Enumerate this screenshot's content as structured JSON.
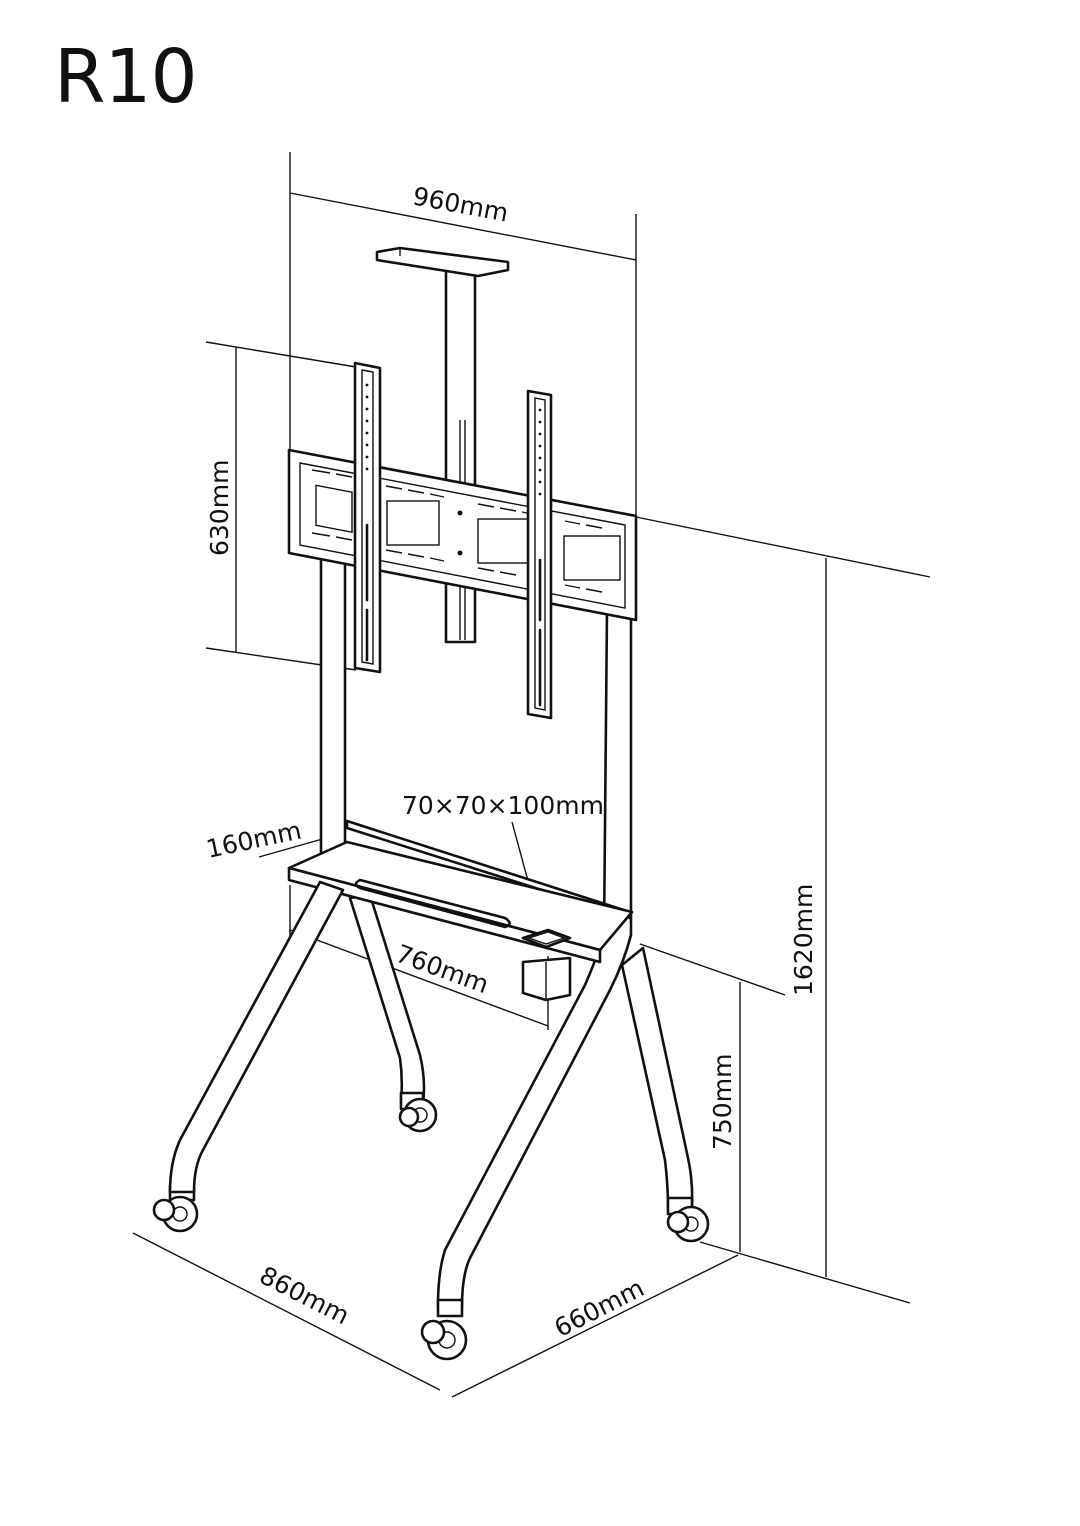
{
  "title": "R10",
  "dimensions": {
    "width_top": "960mm",
    "vesa_height": "630mm",
    "total_height": "1620mm",
    "shelf_height": "750mm",
    "shelf_depth": "160mm",
    "shelf_width": "760mm",
    "box_size": "70×70×100mm",
    "base_width": "860mm",
    "base_depth": "660mm"
  },
  "colors": {
    "line": "#111111",
    "background": "#ffffff"
  }
}
